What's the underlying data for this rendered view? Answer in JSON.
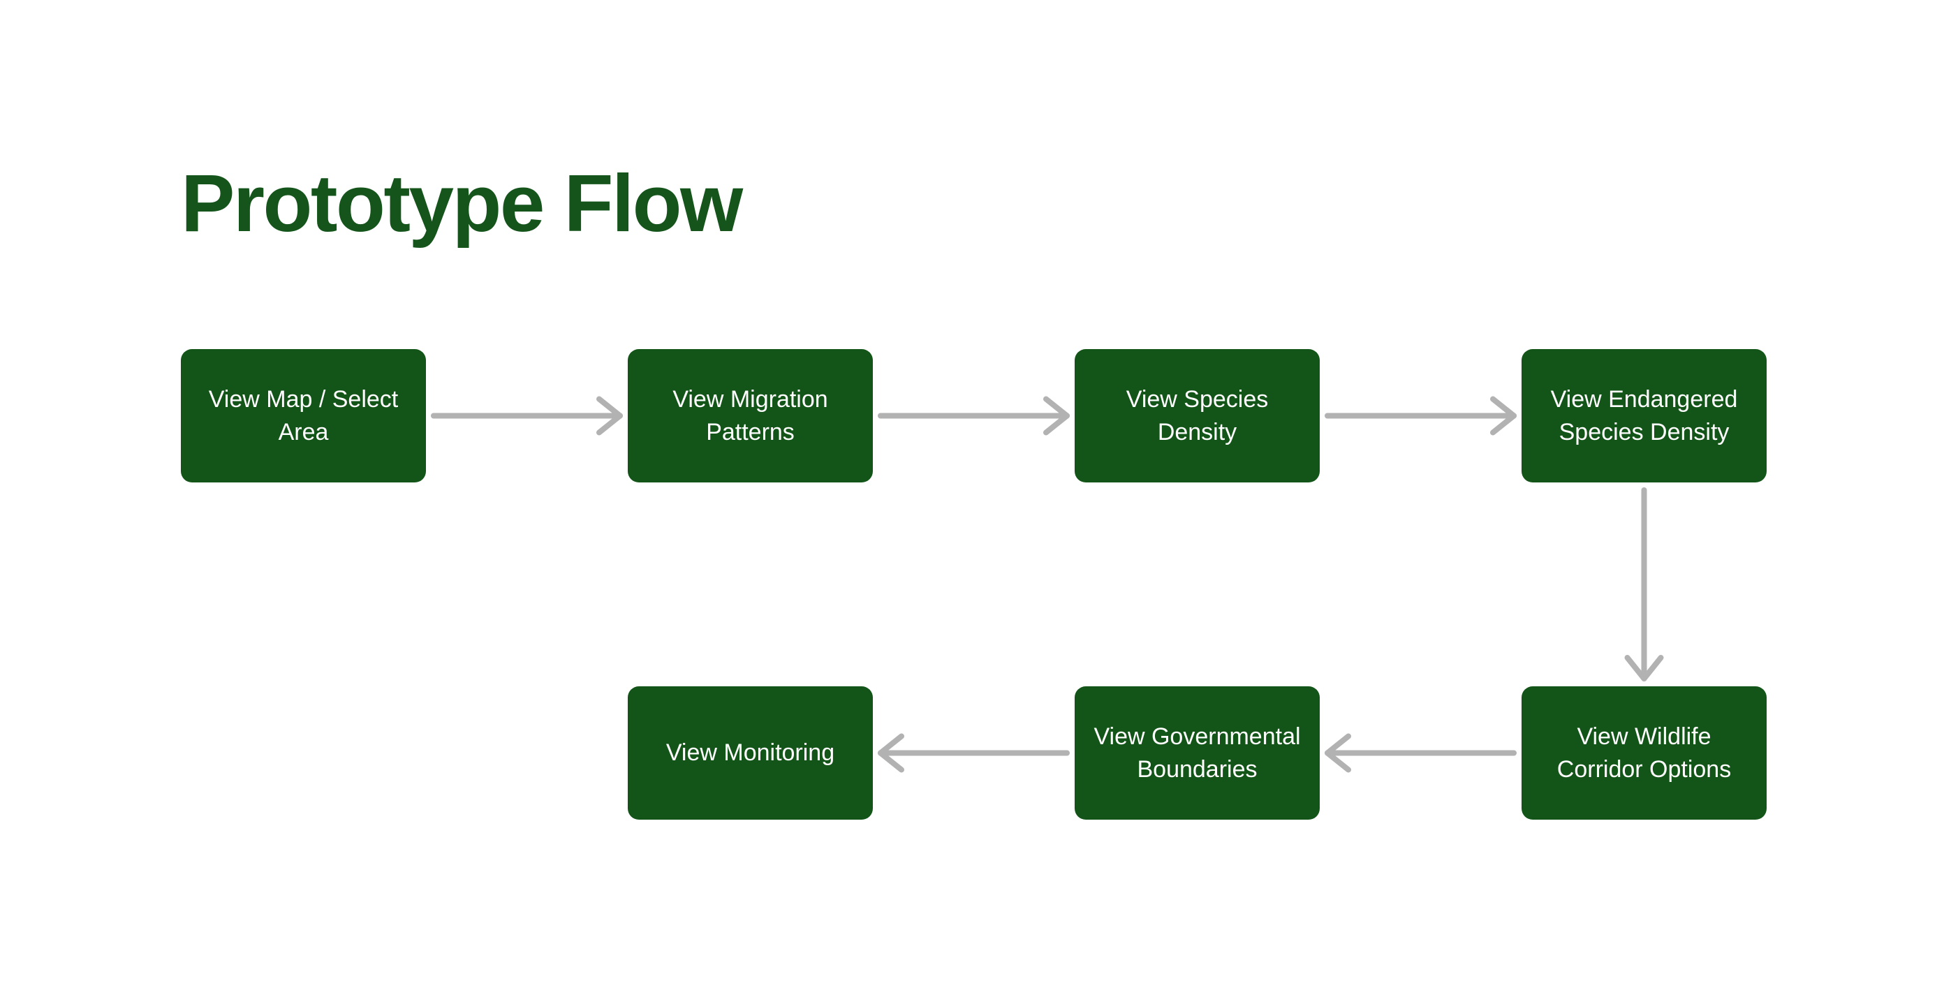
{
  "title": {
    "text": "Prototype Flow",
    "color": "#15551C"
  },
  "flow": {
    "node_fill": "#135518",
    "node_text_color": "#FFFFFF",
    "arrow_color": "#B2B2B2",
    "nodes": [
      {
        "id": "view-map-select-area",
        "label": "View Map / Select Area",
        "lines": [
          "View Map / Select",
          "Area"
        ],
        "row": 0,
        "col": 0
      },
      {
        "id": "view-migration-patterns",
        "label": "View Migration Patterns",
        "lines": [
          "View Migration",
          "Patterns"
        ],
        "row": 0,
        "col": 1
      },
      {
        "id": "view-species-density",
        "label": "View Species Density",
        "lines": [
          "View Species",
          "Density"
        ],
        "row": 0,
        "col": 2
      },
      {
        "id": "view-endangered-species-density",
        "label": "View Endangered Species Density",
        "lines": [
          "View Endangered",
          "Species Density"
        ],
        "row": 0,
        "col": 3
      },
      {
        "id": "view-wildlife-corridor-options",
        "label": "View Wildlife Corridor Options",
        "lines": [
          "View Wildlife",
          "Corridor Options"
        ],
        "row": 1,
        "col": 3
      },
      {
        "id": "view-governmental-boundaries",
        "label": "View Governmental Boundaries",
        "lines": [
          "View Governmental",
          "Boundaries"
        ],
        "row": 1,
        "col": 2
      },
      {
        "id": "view-monitoring",
        "label": "View Monitoring",
        "lines": [
          "View Monitoring"
        ],
        "row": 1,
        "col": 1
      }
    ],
    "connections": [
      {
        "from": "view-map-select-area",
        "to": "view-migration-patterns"
      },
      {
        "from": "view-migration-patterns",
        "to": "view-species-density"
      },
      {
        "from": "view-species-density",
        "to": "view-endangered-species-density"
      },
      {
        "from": "view-endangered-species-density",
        "to": "view-wildlife-corridor-options"
      },
      {
        "from": "view-wildlife-corridor-options",
        "to": "view-governmental-boundaries"
      },
      {
        "from": "view-governmental-boundaries",
        "to": "view-monitoring"
      }
    ]
  }
}
